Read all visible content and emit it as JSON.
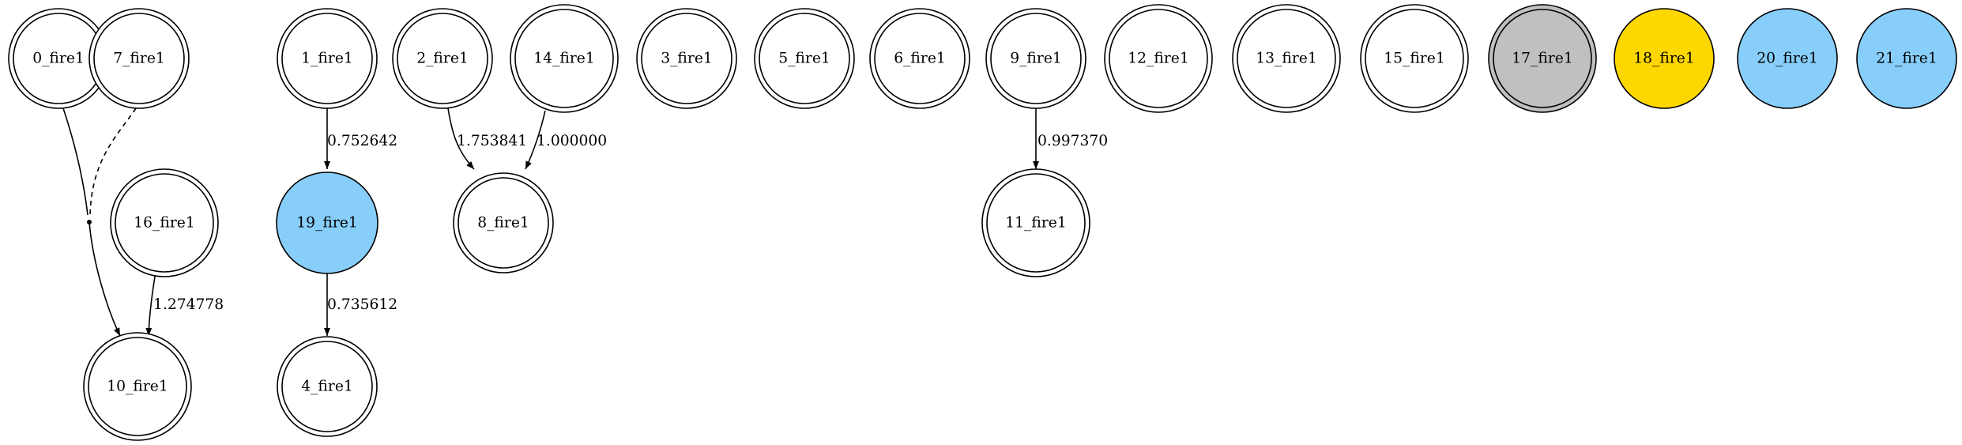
{
  "colors": {
    "default_fill": "#ffffff",
    "gray": "#c0c0c0",
    "gold": "#ffd700",
    "blue": "#87cefa",
    "stroke": "#000000"
  },
  "nodes": {
    "n0": {
      "label": "0_fire1",
      "fill": "default",
      "style": "double"
    },
    "n7": {
      "label": "7_fire1",
      "fill": "default",
      "style": "double"
    },
    "n1": {
      "label": "1_fire1",
      "fill": "default",
      "style": "double"
    },
    "n2": {
      "label": "2_fire1",
      "fill": "default",
      "style": "double"
    },
    "n14": {
      "label": "14_fire1",
      "fill": "default",
      "style": "double"
    },
    "n3": {
      "label": "3_fire1",
      "fill": "default",
      "style": "double"
    },
    "n5": {
      "label": "5_fire1",
      "fill": "default",
      "style": "double"
    },
    "n6": {
      "label": "6_fire1",
      "fill": "default",
      "style": "double"
    },
    "n9": {
      "label": "9_fire1",
      "fill": "default",
      "style": "double"
    },
    "n12": {
      "label": "12_fire1",
      "fill": "default",
      "style": "double"
    },
    "n13": {
      "label": "13_fire1",
      "fill": "default",
      "style": "double"
    },
    "n15": {
      "label": "15_fire1",
      "fill": "default",
      "style": "double"
    },
    "n17": {
      "label": "17_fire1",
      "fill": "gray",
      "style": "double"
    },
    "n18": {
      "label": "18_fire1",
      "fill": "gold",
      "style": "single"
    },
    "n20": {
      "label": "20_fire1",
      "fill": "blue",
      "style": "single"
    },
    "n21": {
      "label": "21_fire1",
      "fill": "blue",
      "style": "single"
    },
    "n16": {
      "label": "16_fire1",
      "fill": "default",
      "style": "double"
    },
    "n19": {
      "label": "19_fire1",
      "fill": "blue",
      "style": "single"
    },
    "n8": {
      "label": "8_fire1",
      "fill": "default",
      "style": "double"
    },
    "n11": {
      "label": "11_fire1",
      "fill": "default",
      "style": "double"
    },
    "n10": {
      "label": "10_fire1",
      "fill": "default",
      "style": "double"
    },
    "n4": {
      "label": "4_fire1",
      "fill": "default",
      "style": "double"
    }
  },
  "edges": {
    "e0_junction": {
      "from": "0_fire1",
      "to": "junction",
      "label": "",
      "style": "solid",
      "arrow": false
    },
    "e7_junction": {
      "from": "7_fire1",
      "to": "junction",
      "label": "",
      "style": "dashed",
      "arrow": false
    },
    "ejunction_10": {
      "from": "junction",
      "to": "10_fire1",
      "label": "",
      "style": "solid",
      "arrow": true
    },
    "e16_10": {
      "from": "16_fire1",
      "to": "10_fire1",
      "label": "1.274778",
      "style": "solid",
      "arrow": true
    },
    "e1_19": {
      "from": "1_fire1",
      "to": "19_fire1",
      "label": "0.752642",
      "style": "solid",
      "arrow": true
    },
    "e19_4": {
      "from": "19_fire1",
      "to": "4_fire1",
      "label": "0.735612",
      "style": "solid",
      "arrow": true
    },
    "e2_8": {
      "from": "2_fire1",
      "to": "8_fire1",
      "label": "1.753841",
      "style": "solid",
      "arrow": true
    },
    "e14_8": {
      "from": "14_fire1",
      "to": "8_fire1",
      "label": "1.000000",
      "style": "solid",
      "arrow": true
    },
    "e9_11": {
      "from": "9_fire1",
      "to": "11_fire1",
      "label": "0.997370",
      "style": "solid",
      "arrow": true
    }
  }
}
